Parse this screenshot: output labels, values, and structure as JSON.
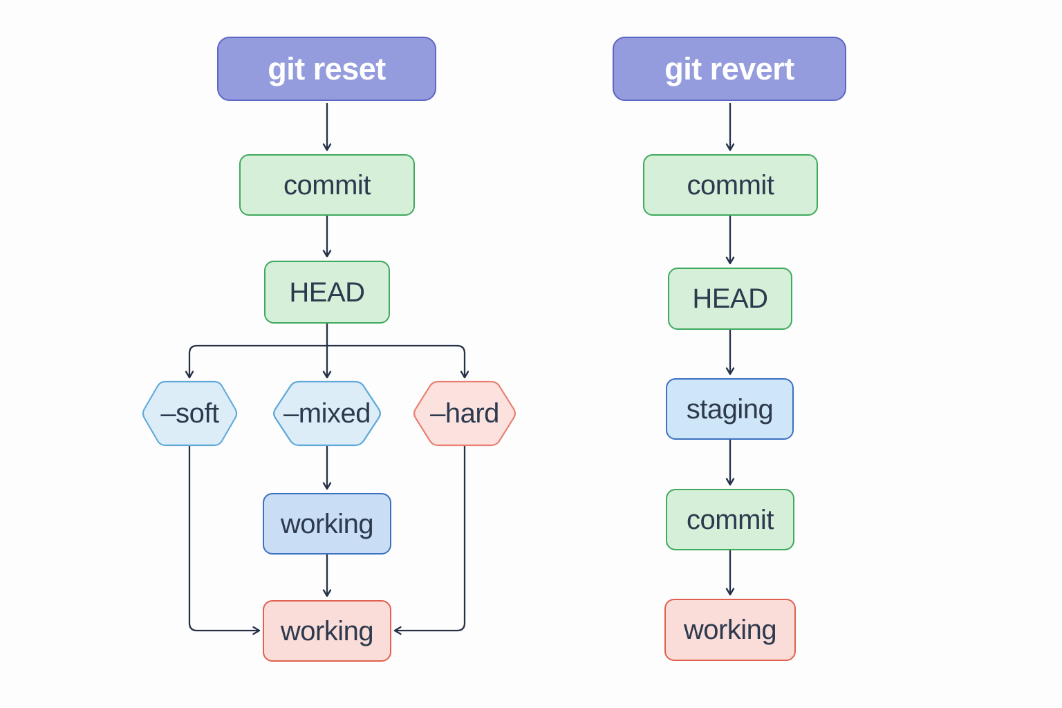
{
  "theme": {
    "canvas_bg": "#fdfdfe",
    "edge_color": "#243146",
    "text_dark": "#2d3a4e",
    "header_fill": "#959cdd",
    "header_border": "#5c66c4",
    "header_text": "#ffffff",
    "green_fill": "#d5efd9",
    "green_border": "#3fa95c",
    "blue_hex_fill": "#ddedf8",
    "blue_hex_border": "#5ea9d9",
    "red_hex_fill": "#fbe2df",
    "red_hex_border": "#e97f71",
    "blue_fill": "#c9def5",
    "staging_fill": "#cfe5f8",
    "blue_border": "#3c70c0",
    "red_fill": "#fadcd8",
    "red_border": "#e2614e"
  },
  "reset": {
    "title": "git reset",
    "nodes": {
      "commit": "commit",
      "head": "HEAD",
      "soft": "–soft",
      "mixed": "–mixed",
      "hard": "–hard",
      "working_mid": "working",
      "working_bottom": "working"
    }
  },
  "revert": {
    "title": "git revert",
    "nodes": {
      "commit_top": "commit",
      "head": "HEAD",
      "staging": "staging",
      "commit_mid": "commit",
      "working": "working"
    }
  }
}
